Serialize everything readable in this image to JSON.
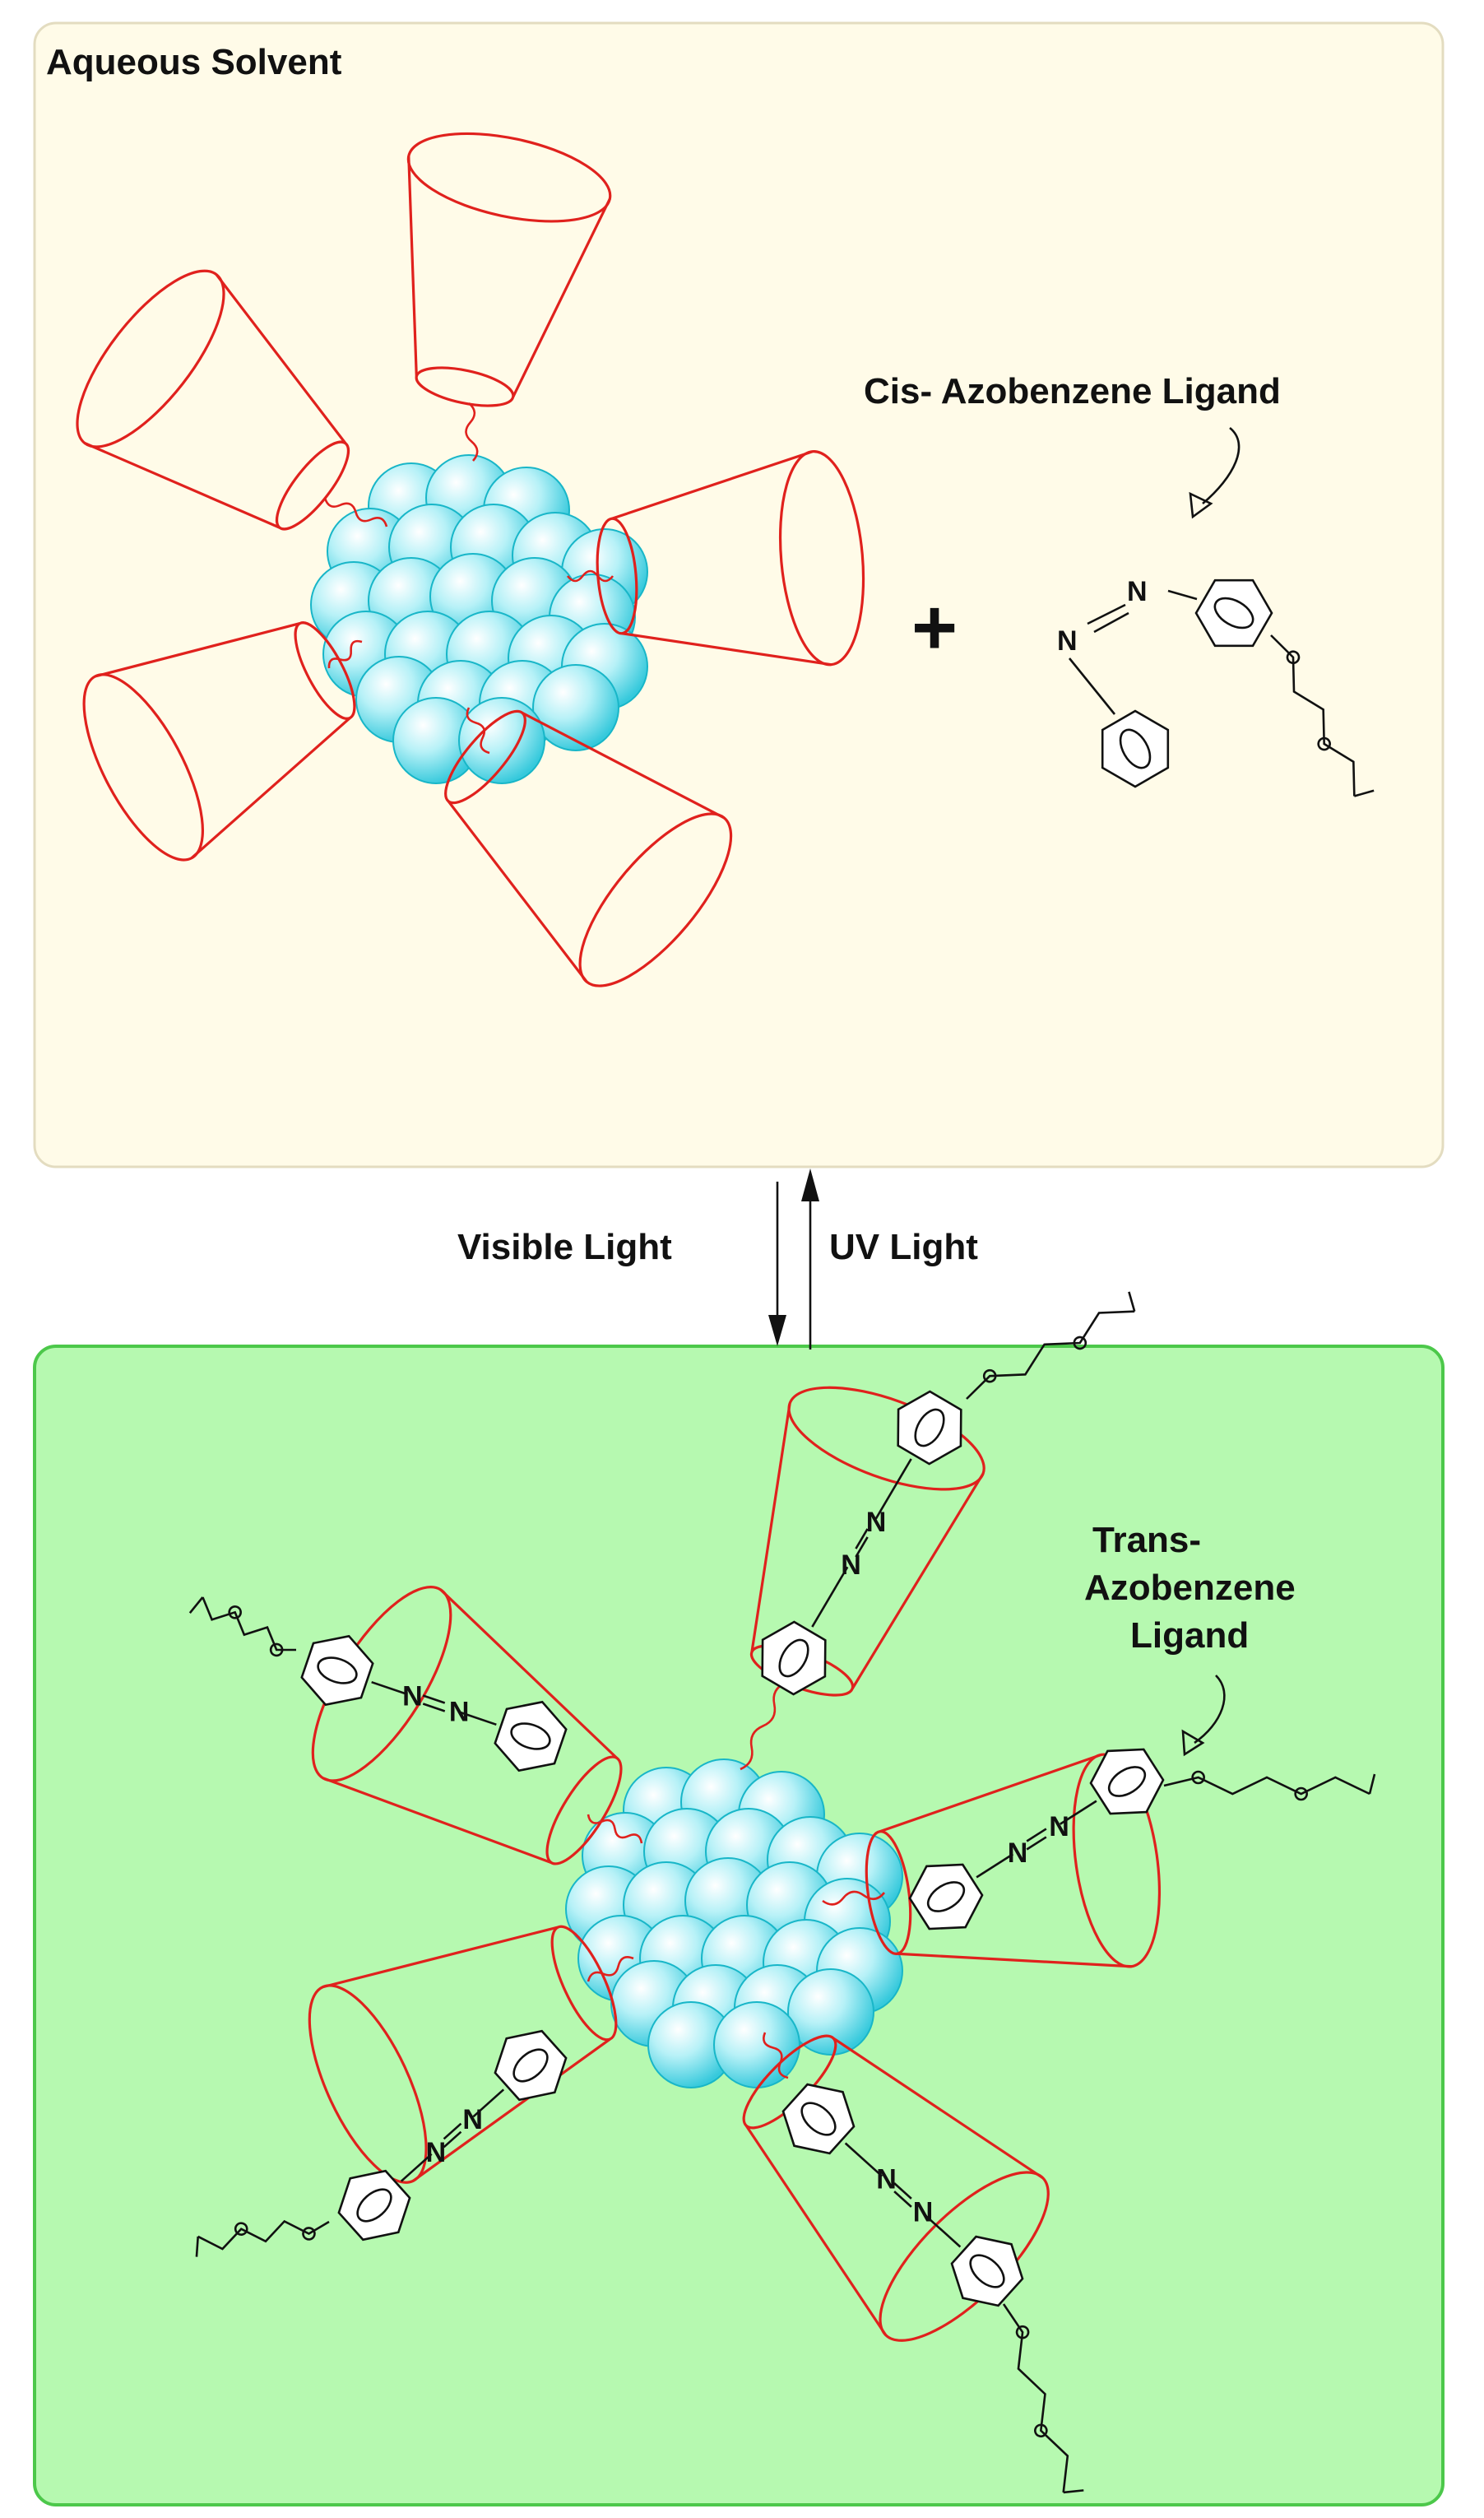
{
  "panels": {
    "top": {
      "title": "Aqueous Solvent",
      "fill": "#fffbe8",
      "border": "#e3dcc0"
    },
    "bottom": {
      "fill": "#b6f9b0",
      "border": "#4cc84a"
    }
  },
  "labels": {
    "cis_ligand": "Cis- Azobenzene Ligand",
    "plus": "+",
    "visible_light": "Visible Light",
    "uv_light": "UV Light",
    "trans_ligand_line1": "Trans-",
    "trans_ligand_line2": "Azobenzene",
    "trans_ligand_line3": "Ligand",
    "atom_n": "N"
  },
  "colors": {
    "cyclodextrin": "#e0211d",
    "nanoparticle": "#3fd6e6",
    "ligand": "#111111"
  }
}
